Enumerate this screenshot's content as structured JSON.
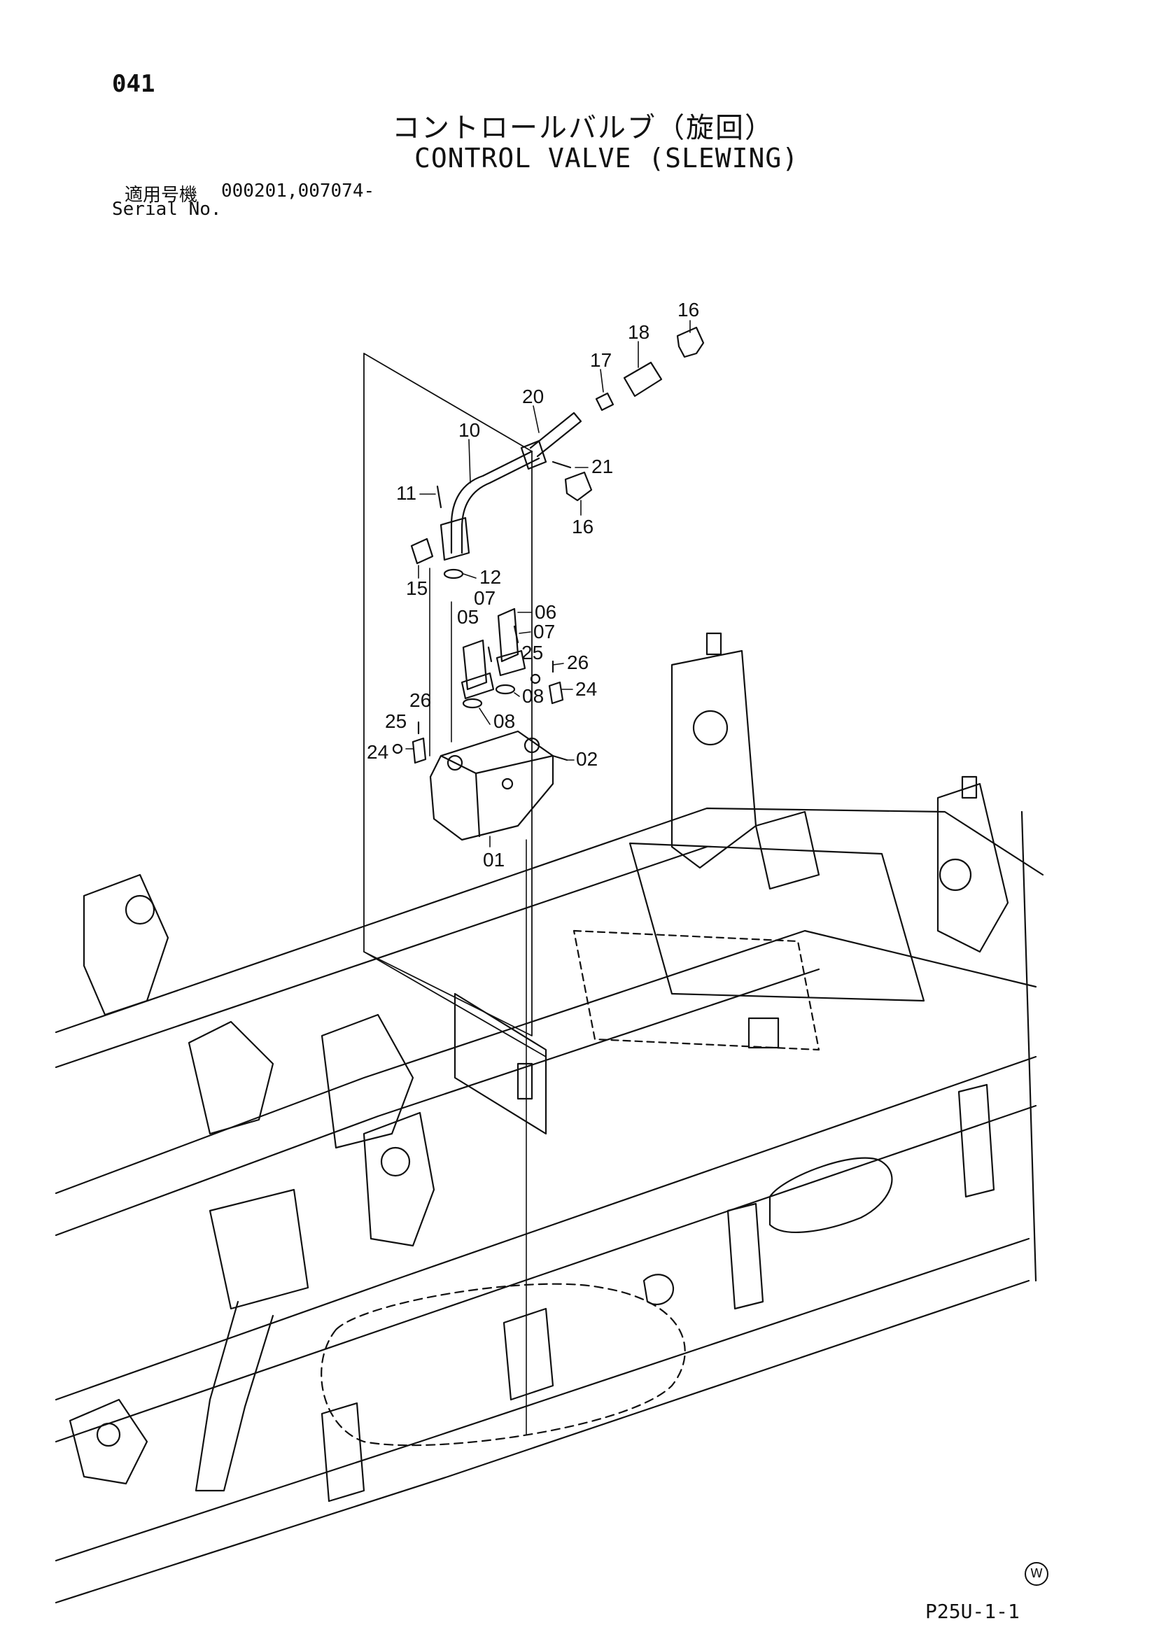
{
  "header": {
    "page_number": "041",
    "title_jp": "コントロールバルブ（旋回）",
    "title_en": "CONTROL VALVE (SLEWING)",
    "serial_label_jp": "適用号機",
    "serial_label_en": "Serial No.",
    "serial_value": "000201,007074-"
  },
  "footer": {
    "watermark_symbol": "W",
    "page_code": "P25U-1-1"
  },
  "callouts": [
    {
      "id": "c16a",
      "label": "16"
    },
    {
      "id": "c18",
      "label": "18"
    },
    {
      "id": "c17",
      "label": "17"
    },
    {
      "id": "c20",
      "label": "20"
    },
    {
      "id": "c10",
      "label": "10"
    },
    {
      "id": "c21",
      "label": "21"
    },
    {
      "id": "c11",
      "label": "11"
    },
    {
      "id": "c16b",
      "label": "16"
    },
    {
      "id": "c15",
      "label": "15"
    },
    {
      "id": "c12",
      "label": "12"
    },
    {
      "id": "c07a",
      "label": "07"
    },
    {
      "id": "c05",
      "label": "05"
    },
    {
      "id": "c06",
      "label": "06"
    },
    {
      "id": "c07b",
      "label": "07"
    },
    {
      "id": "c25a",
      "label": "25"
    },
    {
      "id": "c26a",
      "label": "26"
    },
    {
      "id": "c24a",
      "label": "24"
    },
    {
      "id": "c08a",
      "label": "08"
    },
    {
      "id": "c26b",
      "label": "26"
    },
    {
      "id": "c08b",
      "label": "08"
    },
    {
      "id": "c25b",
      "label": "25"
    },
    {
      "id": "c02",
      "label": "02"
    },
    {
      "id": "c24b",
      "label": "24"
    },
    {
      "id": "c01",
      "label": "01"
    }
  ]
}
